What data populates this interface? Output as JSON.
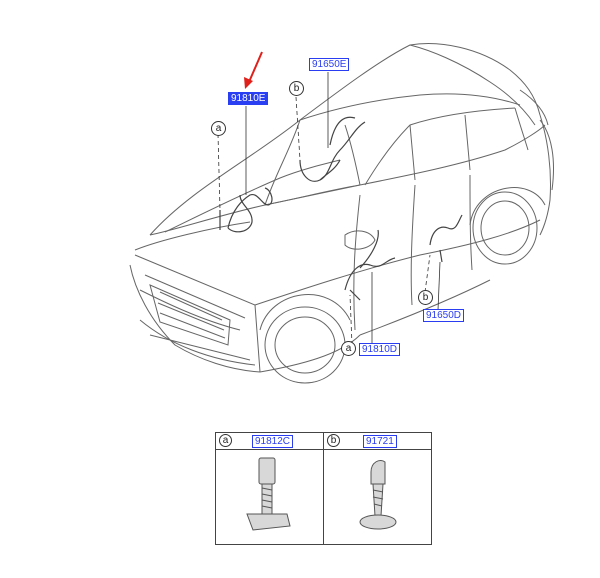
{
  "labels": {
    "main": "91810E",
    "roof_harness": "91650E",
    "rear_door": "91650D",
    "front_door": "91810D"
  },
  "callouts": {
    "a": "a",
    "b": "b"
  },
  "legend": {
    "a_letter": "a",
    "a_part": "91812C",
    "b_letter": "b",
    "b_part": "91721"
  },
  "colors": {
    "label_blue": "#2a3df0",
    "highlight_blue": "#2b3ff2",
    "arrow_red": "#e0201b",
    "line_gray": "#555555"
  }
}
